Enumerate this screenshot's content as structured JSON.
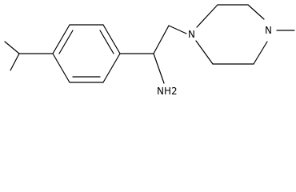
{
  "structure": {
    "atom_labels": {
      "amine": "NH2",
      "ring_nitrogen_1": "N",
      "ring_nitrogen_2": "N"
    },
    "colors": {
      "bond": "#000000",
      "label": "#000000",
      "background": "#ffffff"
    }
  }
}
